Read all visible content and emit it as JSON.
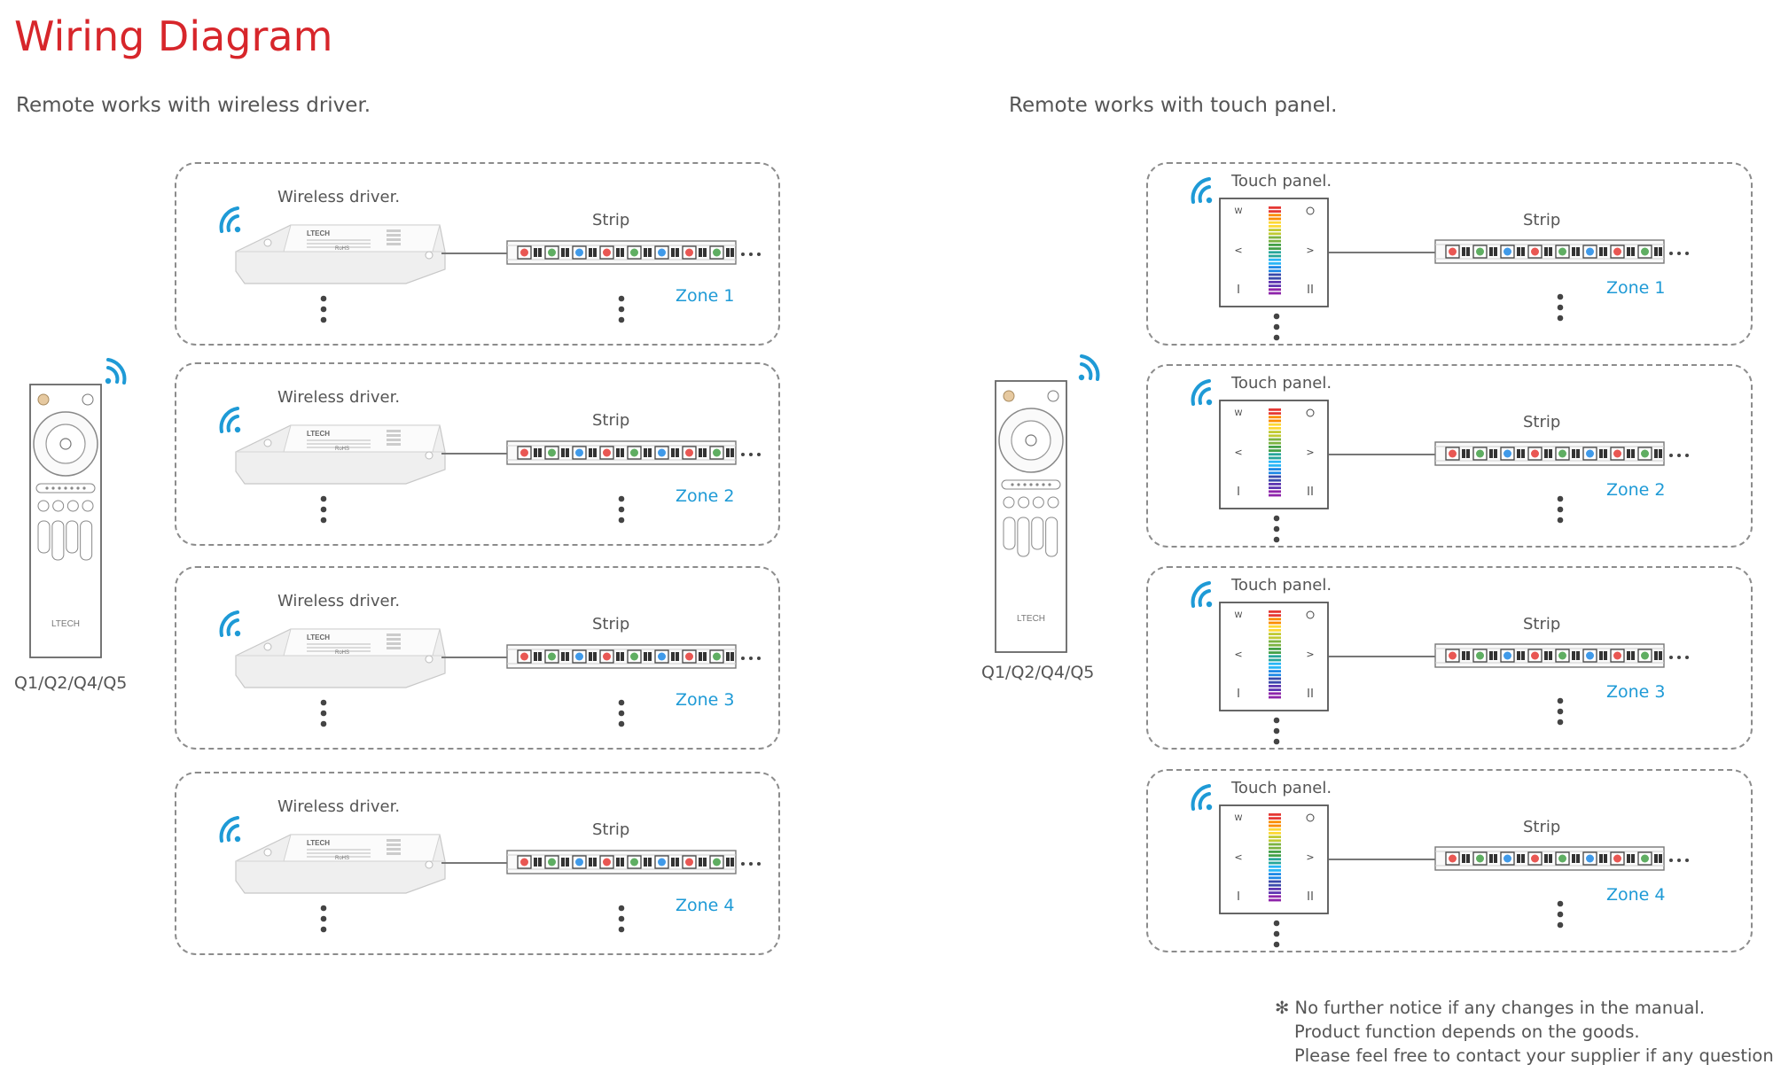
{
  "header": {
    "title": "Wiring Diagram"
  },
  "left_section": {
    "subtitle": "Remote works with wireless driver.",
    "remote": {
      "model": "Q1/Q2/Q4/Q5",
      "brand": "LTECH",
      "icon": "remote-control"
    },
    "zones": [
      {
        "device_label": "Wireless driver.",
        "strip_label": "Strip",
        "zone_label": "Zone 1"
      },
      {
        "device_label": "Wireless driver.",
        "strip_label": "Strip",
        "zone_label": "Zone 2"
      },
      {
        "device_label": "Wireless driver.",
        "strip_label": "Strip",
        "zone_label": "Zone 3"
      },
      {
        "device_label": "Wireless driver.",
        "strip_label": "Strip",
        "zone_label": "Zone 4"
      }
    ]
  },
  "right_section": {
    "subtitle": "Remote works with touch panel.",
    "remote": {
      "model": "Q1/Q2/Q4/Q5",
      "brand": "LTECH",
      "icon": "remote-control"
    },
    "zones": [
      {
        "device_label": "Touch panel.",
        "strip_label": "Strip",
        "zone_label": "Zone 1"
      },
      {
        "device_label": "Touch panel.",
        "strip_label": "Strip",
        "zone_label": "Zone 2"
      },
      {
        "device_label": "Touch panel.",
        "strip_label": "Strip",
        "zone_label": "Zone 3"
      },
      {
        "device_label": "Touch panel.",
        "strip_label": "Strip",
        "zone_label": "Zone 4"
      }
    ]
  },
  "driver_label_text": "LTECH",
  "driver_marks_text": "RoHS",
  "footer": {
    "asterisk": "✻",
    "lines": [
      "No further notice if any changes in the manual.",
      "Product function depends on the goods.",
      "Please feel free to contact your supplier if any question."
    ]
  },
  "colors": {
    "title": "#d7262b",
    "accent": "#1e9ad6",
    "text": "#555555",
    "dashed_border": "#8c8c8c"
  },
  "icons": [
    "wifi-signal-icon",
    "led-strip",
    "wireless-driver",
    "touch-panel",
    "remote-control"
  ]
}
